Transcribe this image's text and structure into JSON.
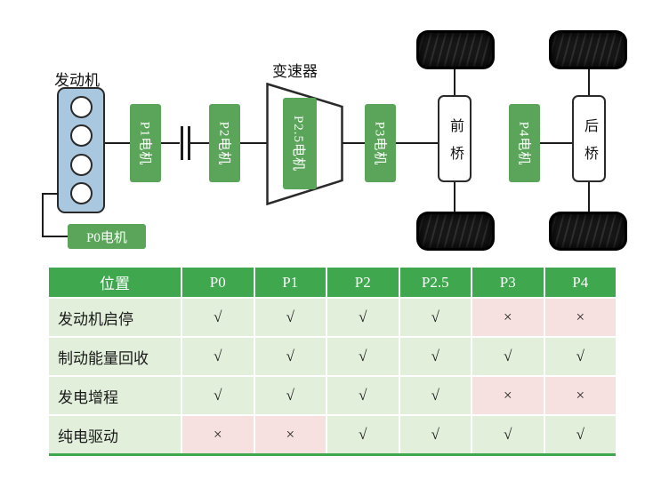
{
  "diagram": {
    "engine_label": "发动机",
    "transmission_label": "变速器",
    "p0_motor": "P0电机",
    "p1_motor": "P1电机",
    "p2_motor": "P2电机",
    "p25_motor": "P2.5电机",
    "p3_motor": "P3电机",
    "p4_motor": "P4电机",
    "front_axle": "前桥",
    "rear_axle": "后桥"
  },
  "colors": {
    "motor_green": "#5aa55a",
    "header_green": "#3fa74e",
    "cell_green": "#e2efdb",
    "cell_pink": "#f6e1e0",
    "engine_blue": "#a9c7de"
  },
  "table": {
    "headers": [
      "位置",
      "P0",
      "P1",
      "P2",
      "P2.5",
      "P3",
      "P4"
    ],
    "check": "√",
    "cross": "×",
    "rows": [
      {
        "label": "发动机启停",
        "cells": [
          "√",
          "√",
          "√",
          "√",
          "×",
          "×"
        ]
      },
      {
        "label": "制动能量回收",
        "cells": [
          "√",
          "√",
          "√",
          "√",
          "√",
          "√"
        ]
      },
      {
        "label": "发电增程",
        "cells": [
          "√",
          "√",
          "√",
          "√",
          "×",
          "×"
        ]
      },
      {
        "label": "纯电驱动",
        "cells": [
          "×",
          "×",
          "√",
          "√",
          "√",
          "√"
        ]
      }
    ]
  }
}
